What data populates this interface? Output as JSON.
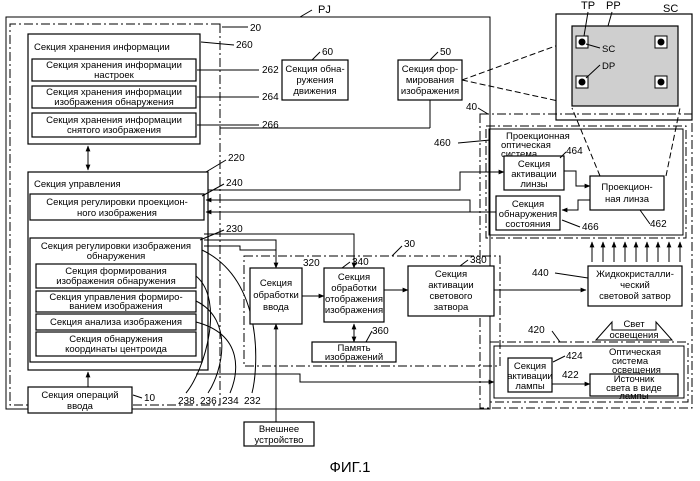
{
  "figure": {
    "caption": "ФИГ.1",
    "pj_label": "PJ",
    "refs": {
      "r20": "20",
      "r260": "260",
      "r262": "262",
      "r264": "264",
      "r266": "266",
      "r220": "220",
      "r240": "240",
      "r230": "230",
      "r238": "238",
      "r236": "236",
      "r234": "234",
      "r232": "232",
      "r10": "10",
      "r60": "60",
      "r50": "50",
      "r40": "40",
      "r460": "460",
      "r464": "464",
      "r462": "462",
      "r466": "466",
      "r30": "30",
      "r320": "320",
      "r340": "340",
      "r380": "380",
      "r360": "360",
      "r440": "440",
      "r420": "420",
      "r424": "424",
      "r422": "422"
    }
  },
  "storage": {
    "title": "Секция хранения информации",
    "settings": [
      "Секция хранения информации",
      "настроек"
    ],
    "detection_image": [
      "Секция хранения информации",
      "изображения обнаружения"
    ],
    "captured_image": [
      "Секция хранения информации",
      "снятого изображения"
    ]
  },
  "control": {
    "title": "Секция управления",
    "projection_adjust": [
      "Секция регулировки проекцион-",
      "ного изображения"
    ],
    "detection_adjust": [
      "Секция регулировки изображения",
      "обнаружения"
    ],
    "forming": [
      "Секция формирования",
      "изображения обнаружения"
    ],
    "forming_control": [
      "Секция управления формиро-",
      "ванием изображения"
    ],
    "analysis": "Секция анализа изображения",
    "centroid": [
      "Секция обнаружения",
      "координаты центроида"
    ]
  },
  "input_ops": [
    "Секция операций",
    "ввода"
  ],
  "motion": [
    "Секция обна-",
    "ружения",
    "движения"
  ],
  "imaging": [
    "Секция фор-",
    "мирования",
    "изображения"
  ],
  "screen": {
    "sc": "SC",
    "tp": "TP",
    "pp": "PP",
    "sc_inner": "SC",
    "dp": "DP"
  },
  "optics": {
    "title": [
      "Проекционная",
      "оптическая",
      "система"
    ],
    "lens_drive": [
      "Секция",
      "активации",
      "линзы"
    ],
    "lens": [
      "Проекцион-",
      "ная линза"
    ],
    "state_detect": [
      "Секция",
      "обнаружения",
      "состояния"
    ]
  },
  "processing": {
    "input": [
      "Секция",
      "обработки",
      "ввода"
    ],
    "display": [
      "Секция",
      "обработки",
      "отображения",
      "изображения"
    ],
    "shutter_drive": [
      "Секция",
      "активации",
      "светового",
      "затвора"
    ],
    "memory": [
      "Память",
      "изображений"
    ]
  },
  "lcd": [
    "Жидкокристалли-",
    "ческий",
    "световой затвор"
  ],
  "light": [
    "Свет",
    "освещения"
  ],
  "illumination": {
    "title": [
      "Оптическая",
      "система",
      "освещения"
    ],
    "lamp_drive": [
      "Секция",
      "активации",
      "лампы"
    ],
    "lamp": [
      "Источник",
      "света в виде",
      "лампы"
    ]
  },
  "external": [
    "Внешнее",
    "устройство"
  ]
}
